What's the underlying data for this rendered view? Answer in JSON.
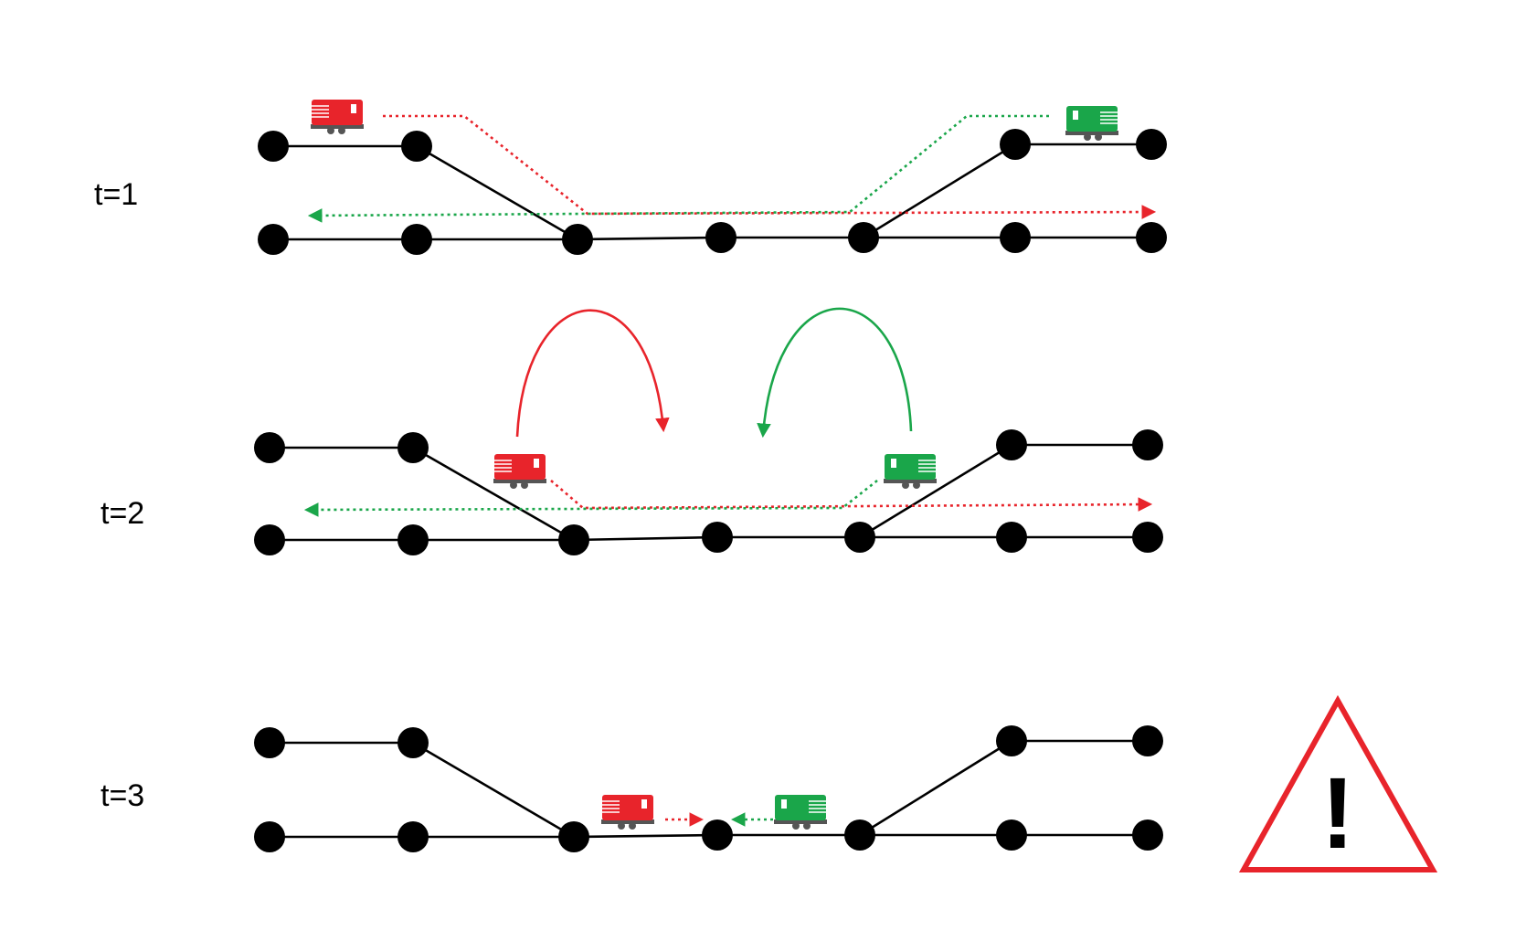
{
  "panels": [
    {
      "id": "t1",
      "label": "t=1"
    },
    {
      "id": "t2",
      "label": "t=2"
    },
    {
      "id": "t3",
      "label": "t=3"
    }
  ],
  "warning": {
    "symbol": "!"
  },
  "colors": {
    "track": "#000000",
    "red_train": "#e8242b",
    "green_train": "#1aa64a",
    "warning_border": "#e8242b",
    "train_base": "#555555"
  },
  "icons": {
    "train": "locomotive-icon",
    "warning": "warning-triangle-icon"
  }
}
